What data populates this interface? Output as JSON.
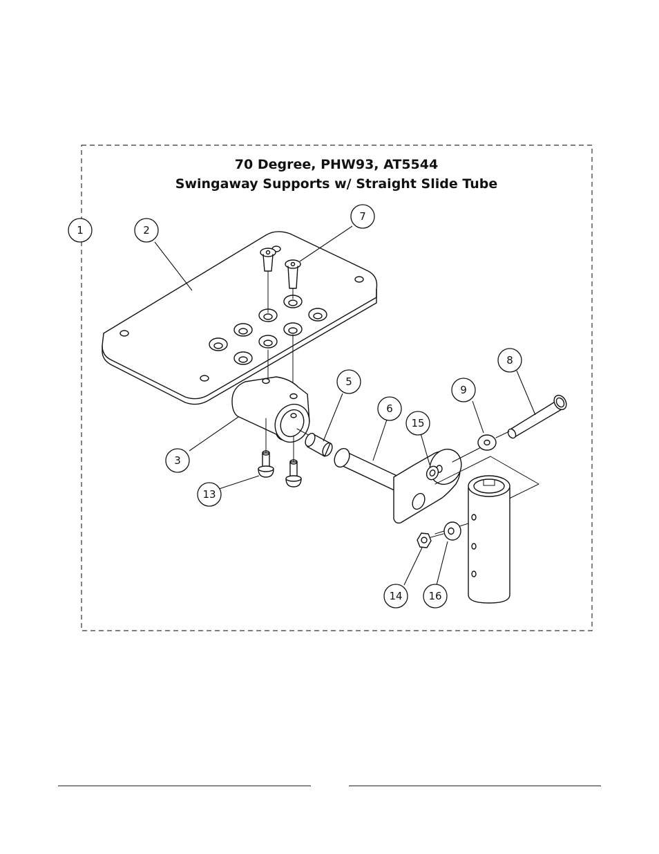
{
  "diagram": {
    "title_line_1": "70 Degree, PHW93, AT5544",
    "title_line_2": "Swingaway Supports w/ Straight Slide Tube",
    "callouts": {
      "c1": "1",
      "c2": "2",
      "c3": "3",
      "c5": "5",
      "c6": "6",
      "c7": "7",
      "c8": "8",
      "c9": "9",
      "c13": "13",
      "c14": "14",
      "c15": "15",
      "c16": "16"
    }
  },
  "colors": {
    "line": "#111111",
    "background": "#ffffff"
  }
}
